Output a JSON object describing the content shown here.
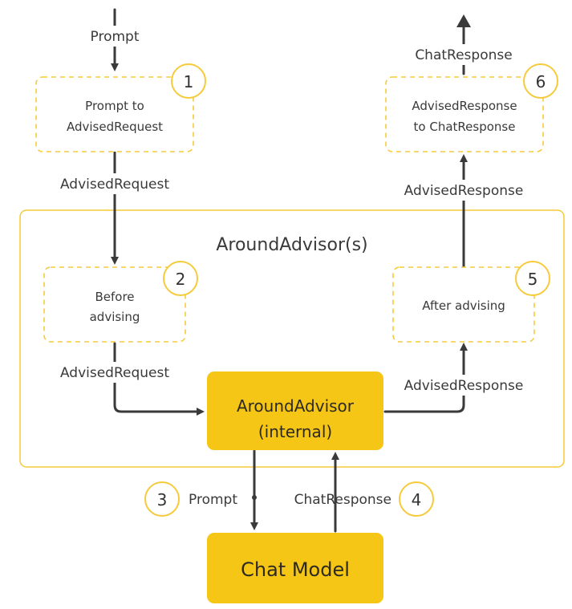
{
  "group": {
    "title": "AroundAdvisor(s)"
  },
  "steps": {
    "s1": {
      "number": "1",
      "lines": [
        "Prompt to",
        "AdvisedRequest"
      ]
    },
    "s2": {
      "number": "2",
      "lines": [
        "Before",
        "advising"
      ]
    },
    "s3": {
      "number": "3"
    },
    "s4": {
      "number": "4"
    },
    "s5": {
      "number": "5",
      "lines": [
        "After advising"
      ]
    },
    "s6": {
      "number": "6",
      "lines": [
        "AdvisedResponse",
        "to ChatResponse"
      ]
    }
  },
  "core": {
    "lines": [
      "AroundAdvisor",
      "(internal)"
    ]
  },
  "model": {
    "label": "Chat Model"
  },
  "edges": {
    "prompt_in": "Prompt",
    "advised_request_1": "AdvisedRequest",
    "advised_request_2": "AdvisedRequest",
    "prompt_to_model": "Prompt",
    "chat_response_from_model": "ChatResponse",
    "advised_response_1": "AdvisedResponse",
    "advised_response_2": "AdvisedResponse",
    "chat_response_out": "ChatResponse"
  },
  "colors": {
    "accent": "#f6c616",
    "outline": "#f5cb3c",
    "arrow": "#3a3a3a",
    "text": "#3a3a3a"
  }
}
